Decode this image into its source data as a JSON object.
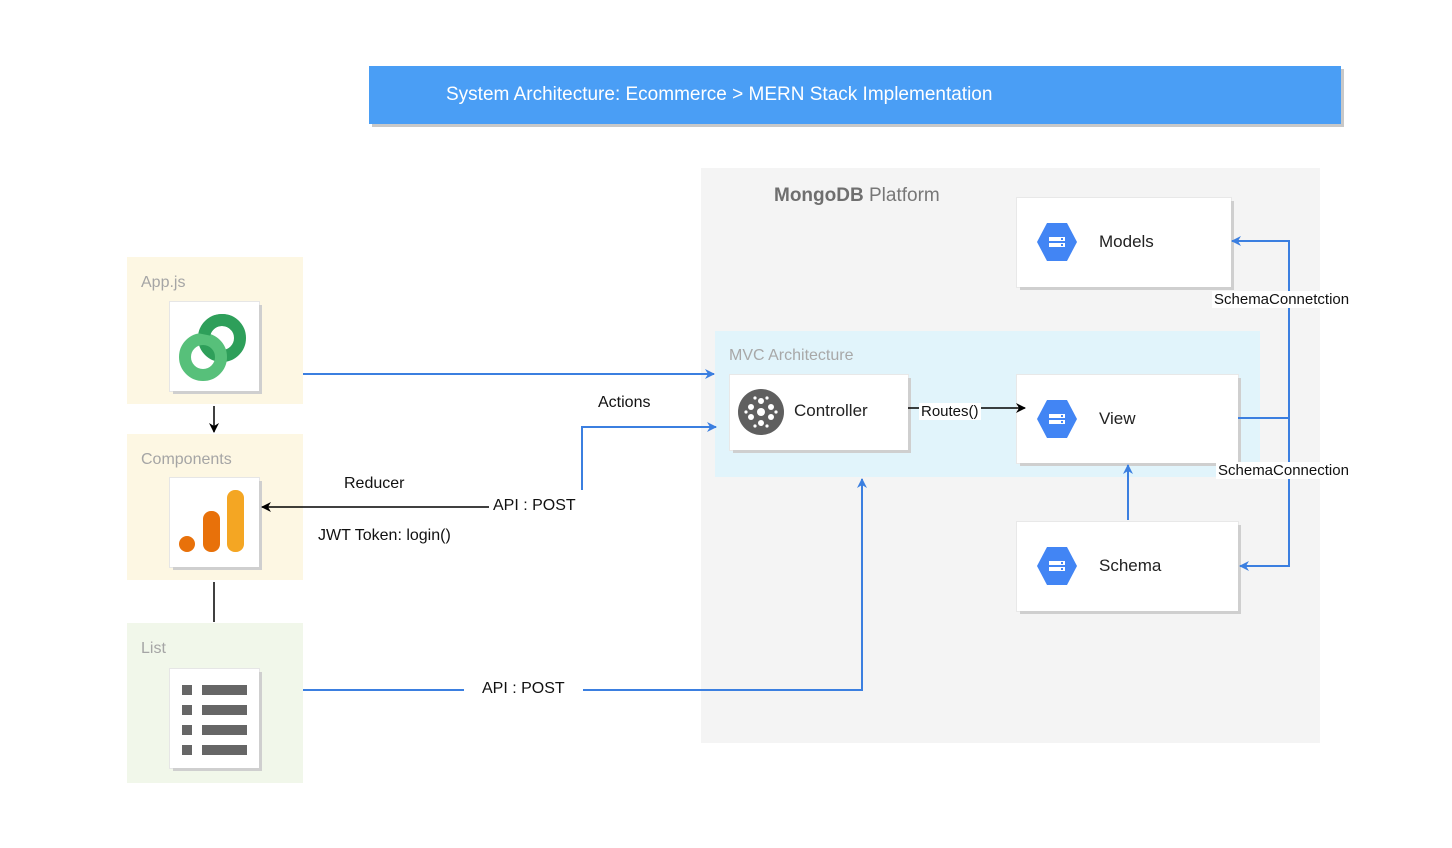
{
  "title": "System Architecture: Ecommerce > MERN Stack Implementation",
  "platform": {
    "name_bold": "MongoDB",
    "name_rest": " Platform"
  },
  "mvc": {
    "label": "MVC Architecture"
  },
  "zones": {
    "appjs": "App.js",
    "components": "Components",
    "list": "List"
  },
  "cards": {
    "models": "Models",
    "controller": "Controller",
    "view": "View",
    "schema": "Schema"
  },
  "edges": {
    "actions": "Actions",
    "reducer": "Reducer",
    "api_post_top": "API : POST",
    "jwt": "JWT Token: login()",
    "api_post_bottom": "API : POST",
    "routes": "Routes()",
    "schema_connection_top": "SchemaConnetction",
    "schema_connection_mid": "SchemaConnection"
  },
  "colors": {
    "title_bar": "#4a9ef5",
    "edge_blue": "#3b7fe0",
    "db_icon": "#4285f4",
    "appjs_icon": "#2e9f5a",
    "analytics_orange": "#f4a623",
    "analytics_dark": "#e8710a"
  },
  "icons": {
    "appjs": "linked-rings-icon",
    "components": "bar-chart-icon",
    "list": "list-icon",
    "controller": "cluster-dots-icon",
    "database": "database-hexagon-icon"
  }
}
